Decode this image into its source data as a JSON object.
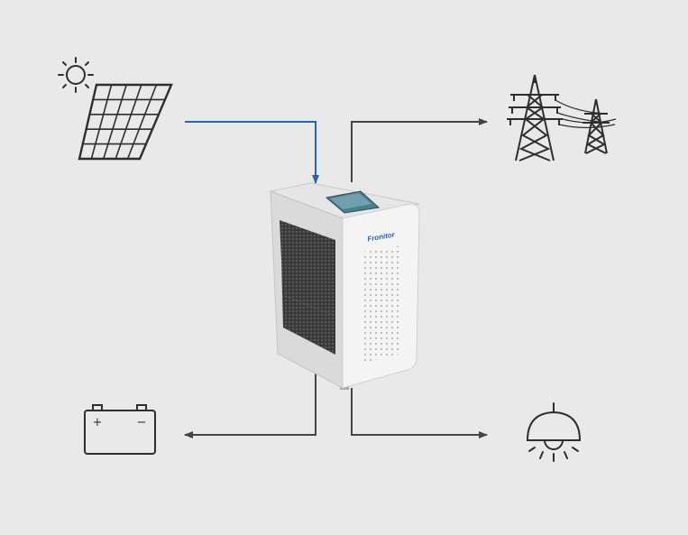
{
  "diagram": {
    "nodes": [
      {
        "id": "sun",
        "icon": "sun-icon"
      },
      {
        "id": "solar-panel",
        "icon": "solar-panel-icon"
      },
      {
        "id": "inverter",
        "icon": "inverter-icon",
        "brand_text": "Fronitor"
      },
      {
        "id": "power-grid",
        "icon": "transmission-tower-icon"
      },
      {
        "id": "battery",
        "icon": "battery-icon",
        "terminal_plus": "+",
        "terminal_minus": "−"
      },
      {
        "id": "load",
        "icon": "ceiling-lamp-icon"
      }
    ],
    "connections": [
      {
        "from": "solar-panel",
        "to": "inverter",
        "color": "#2a64b0"
      },
      {
        "from": "inverter",
        "to": "power-grid",
        "color": "#444444"
      },
      {
        "from": "inverter",
        "to": "battery",
        "color": "#444444"
      },
      {
        "from": "inverter",
        "to": "load",
        "color": "#444444"
      }
    ]
  },
  "colors": {
    "background": "#e9e9e9",
    "icon_stroke": "#2e2e2e",
    "solar_flow": "#2a64b0",
    "output_flow": "#444444",
    "inverter_body": "#f4f4f4",
    "inverter_side": "#dcdcdc",
    "screen": "#4a7f8e"
  }
}
